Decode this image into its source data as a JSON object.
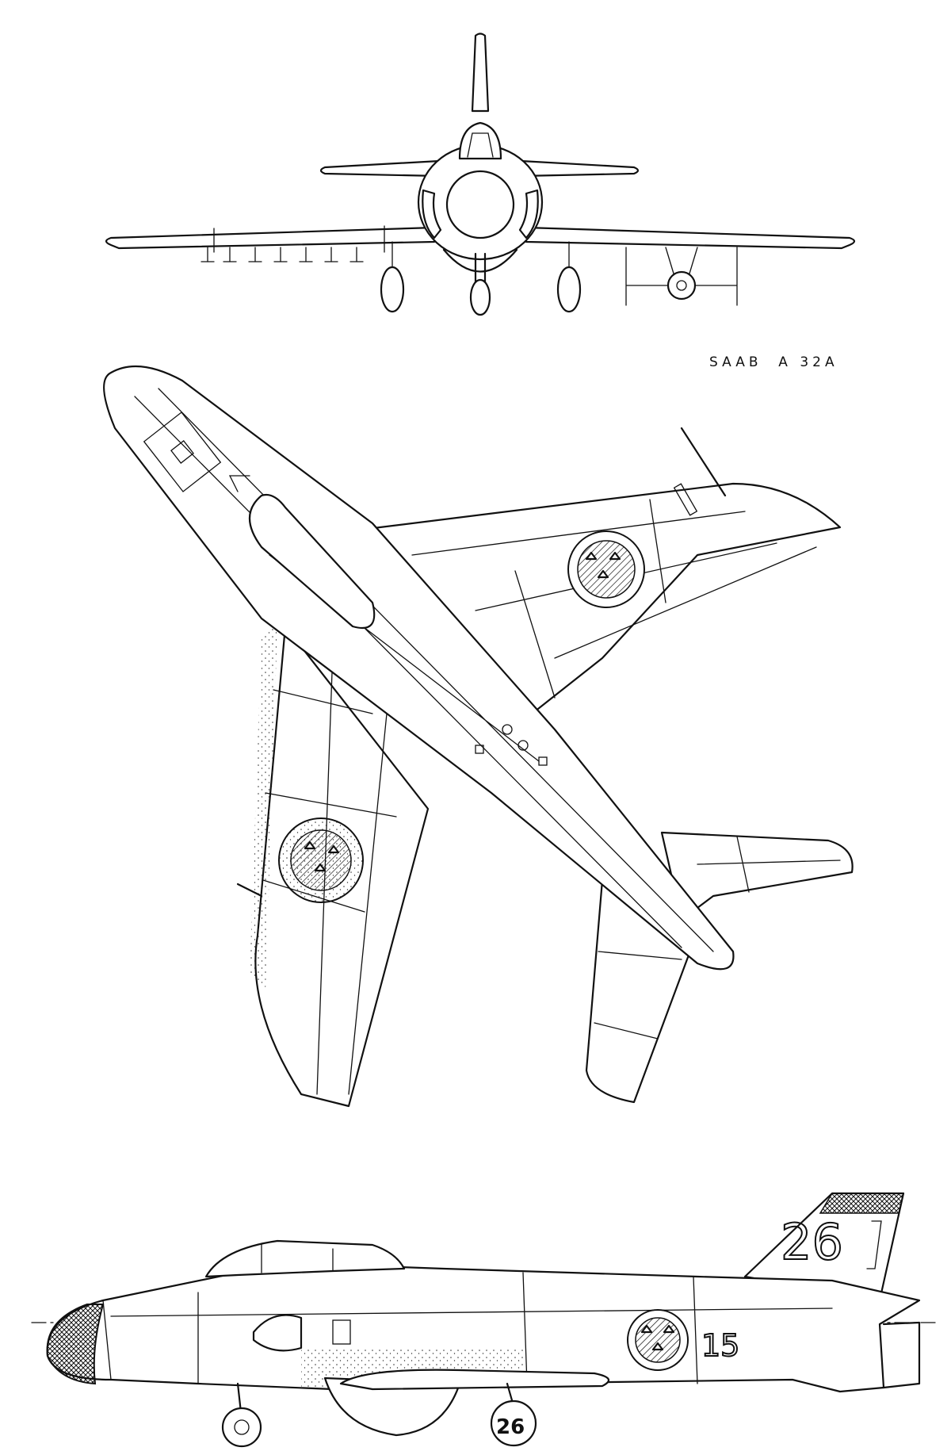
{
  "title": "SAAB  A 32A",
  "markings": {
    "fin_number": "26",
    "fuselage_number": "15",
    "gear_door_number": "26"
  }
}
